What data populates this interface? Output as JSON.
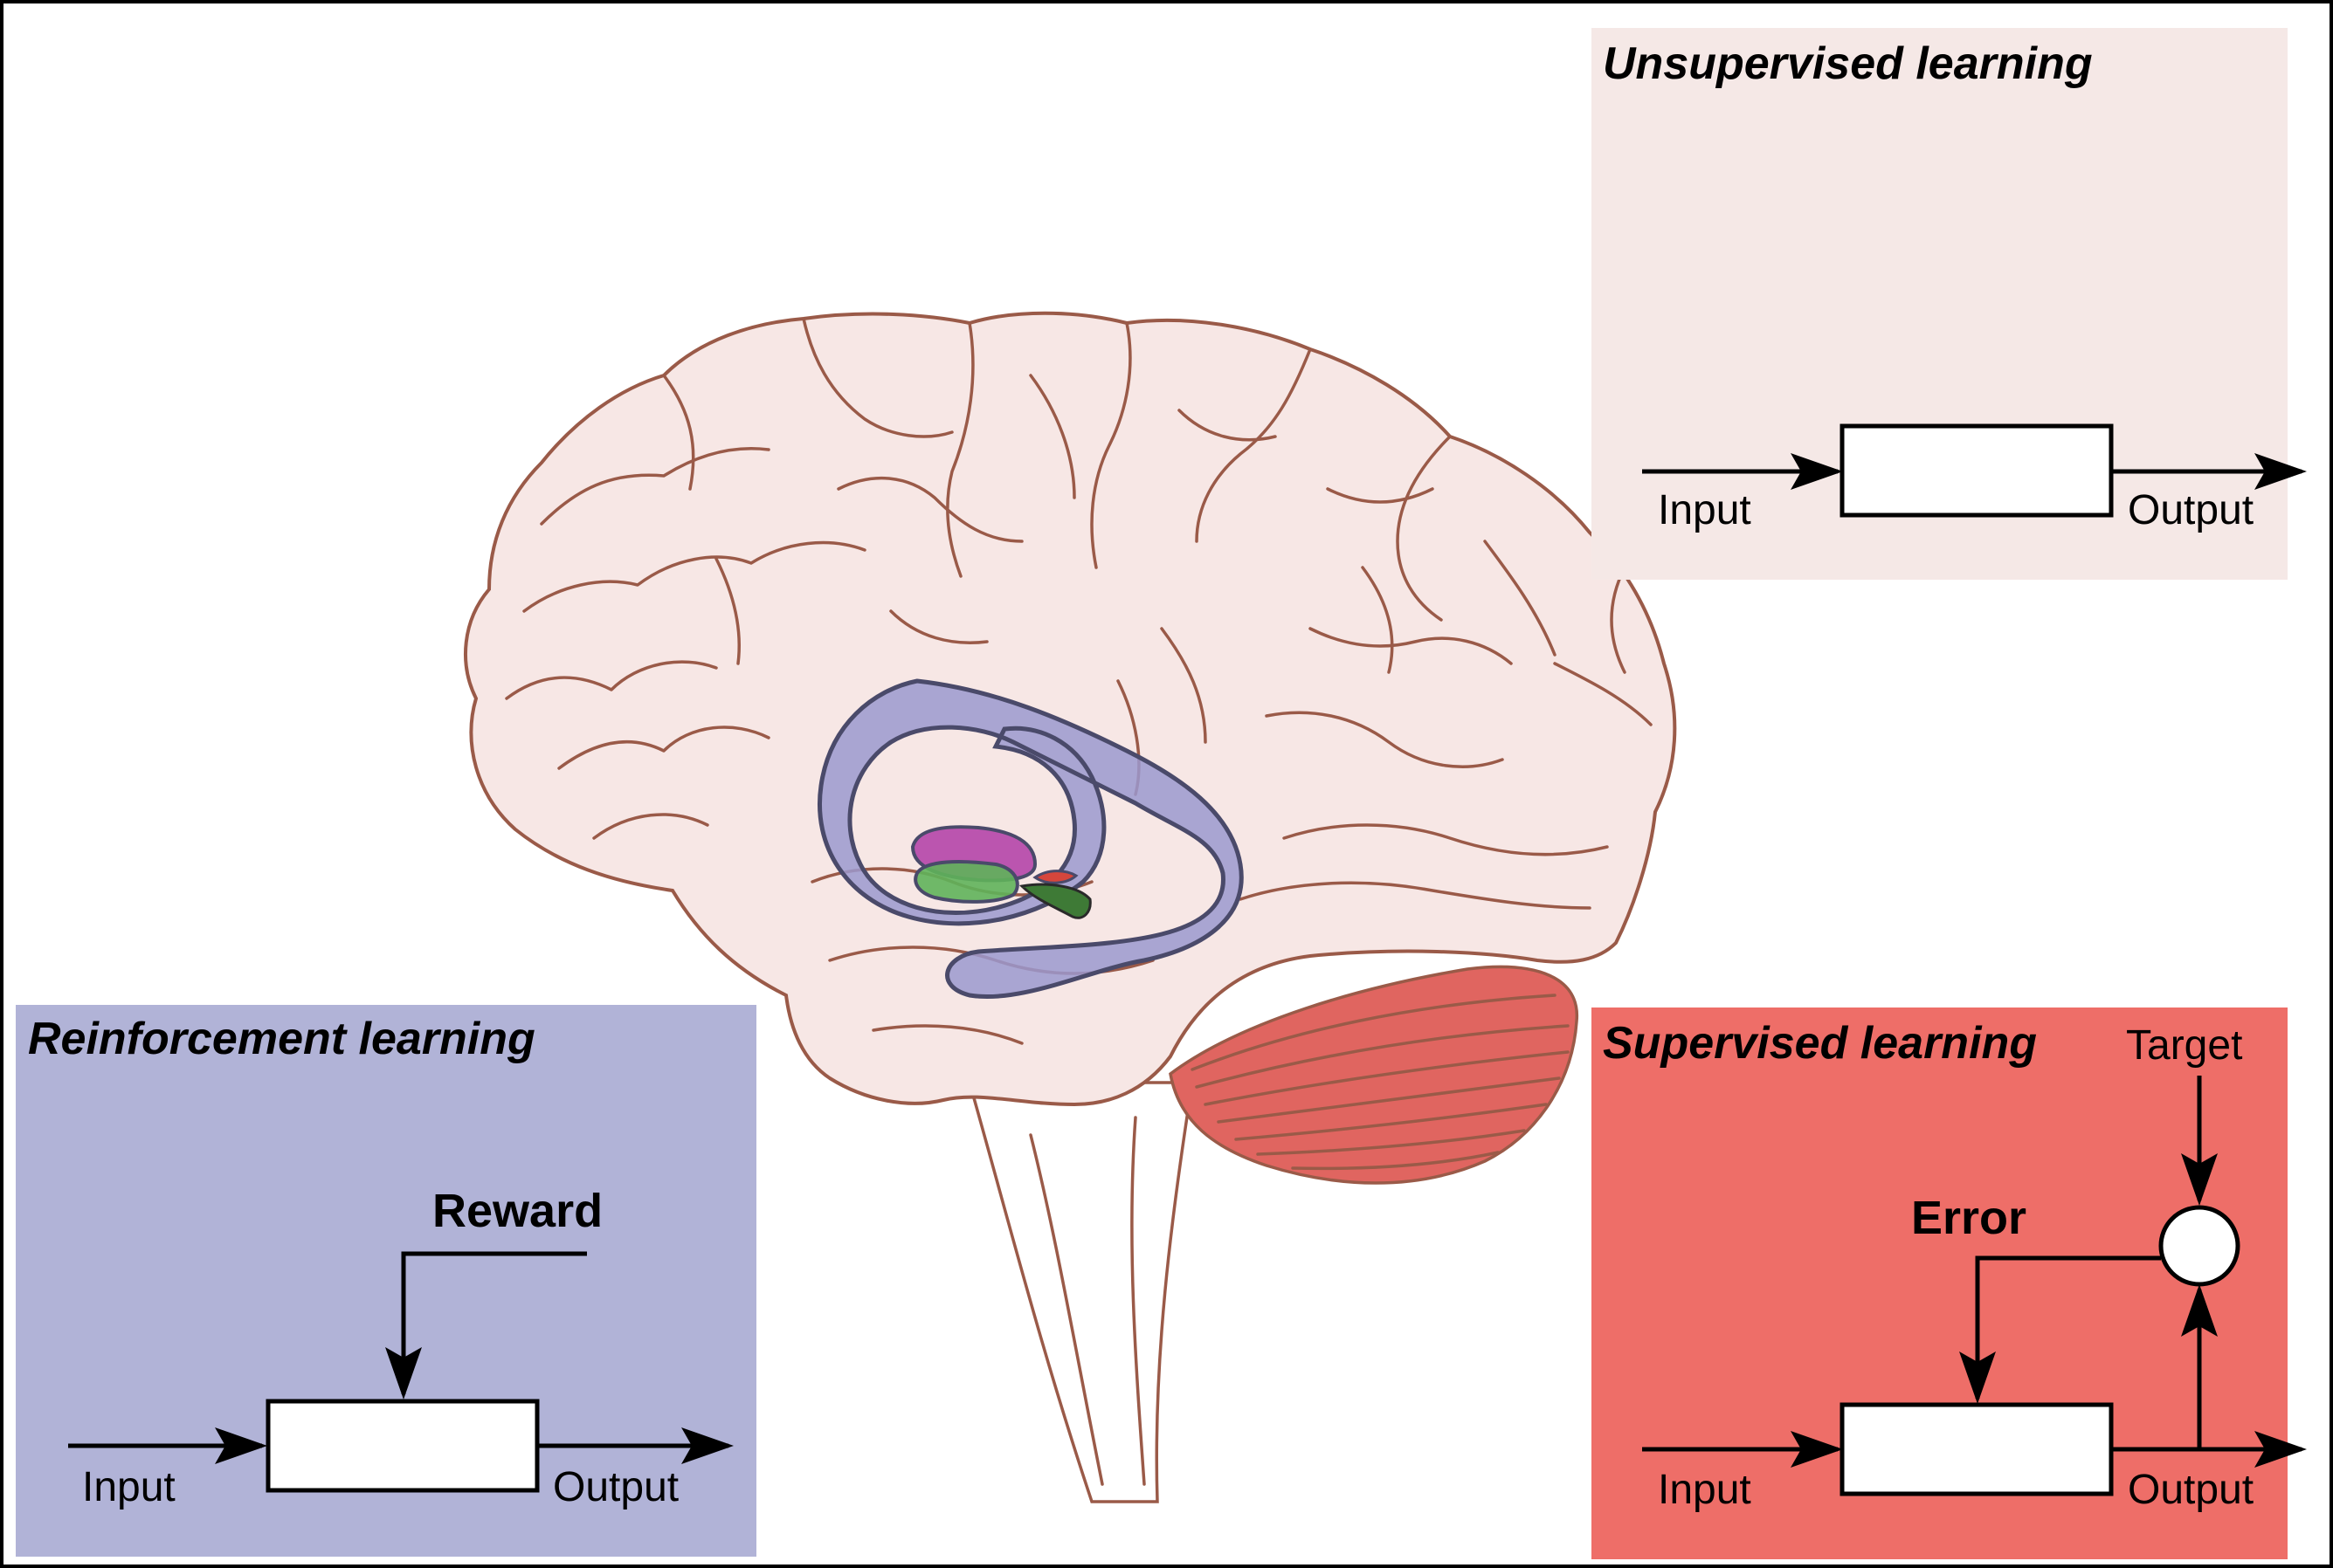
{
  "colors": {
    "unsupervised_panel": "#f5e8e6",
    "reinforcement_panel": "#b1b3d7",
    "supervised_panel": "#ee6e68",
    "brain_fill": "#f7e7e5",
    "brain_outline": "#9a5a48",
    "limbic_overlay": "#9b99cf",
    "cerebellum": "#e06560",
    "structure_magenta": "#b445a8",
    "structure_green": "#5fb25a",
    "structure_red": "#d6463c",
    "structure_darkgreen": "#3e7a36"
  },
  "panels": {
    "unsupervised": {
      "title": "Unsupervised learning",
      "input_label": "Input",
      "output_label": "Output"
    },
    "reinforcement": {
      "title": "Reinforcement learning",
      "signal_label": "Reward",
      "input_label": "Input",
      "output_label": "Output"
    },
    "supervised": {
      "title": "Supervised learning",
      "target_label": "Target",
      "signal_label": "Error",
      "input_label": "Input",
      "output_label": "Output"
    }
  },
  "icons": {
    "brain": "brain-illustration",
    "arrow": "arrowhead",
    "comparator": "circle-node"
  }
}
